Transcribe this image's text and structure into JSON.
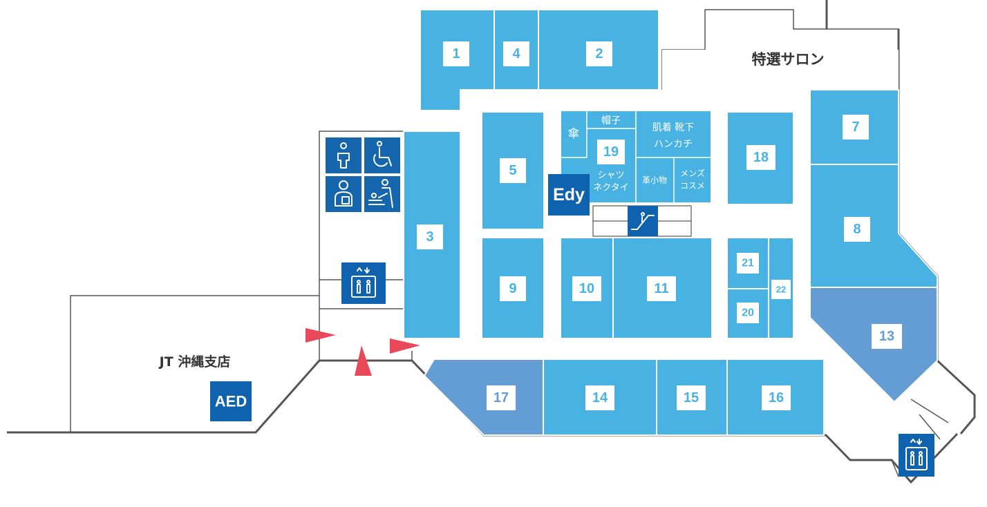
{
  "colors": {
    "tenant": "#48b2e2",
    "tenant_alt": "#649dd3",
    "badge": "#0f62ad",
    "wall": "#555555",
    "entrance_arrow": "#e8485a"
  },
  "tenants": {
    "t1": "1",
    "t2": "2",
    "t3": "3",
    "t4": "4",
    "t5": "5",
    "t7": "7",
    "t8": "8",
    "t9": "9",
    "t10": "10",
    "t11": "11",
    "t13": "13",
    "t14": "14",
    "t15": "15",
    "t16": "16",
    "t17": "17",
    "t18": "18",
    "t19": "19",
    "t20": "20",
    "t21": "21",
    "t22": "22"
  },
  "area19_labels": {
    "umbrella": "傘",
    "hats": "帽子",
    "underwear_shoes_socks": "肌着 靴下",
    "handkerchief": "ハンカチ",
    "shirts": "シャツ",
    "neckties": "ネクタイ",
    "leather_goods": "革小物",
    "mens_line1": "メンズ",
    "mens_line2": "コスメ"
  },
  "places": {
    "special_salon": "特選サロン",
    "jt_branch": "JT 沖縄支店"
  },
  "badges": {
    "edy": "Edy",
    "aed": "AED"
  },
  "icons": [
    "restroom-icon",
    "wheelchair-icon",
    "nursing-room-icon",
    "diaper-changing-icon",
    "elevator-icon",
    "escalator-icon"
  ]
}
